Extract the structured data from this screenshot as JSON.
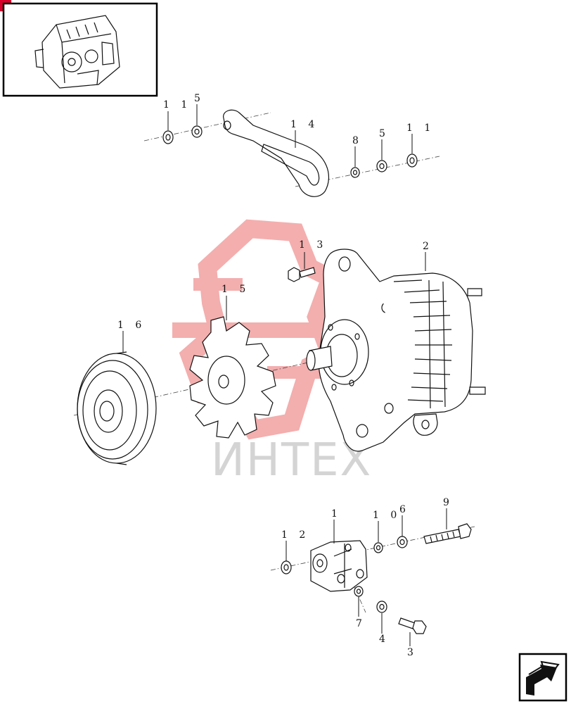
{
  "watermark": {
    "text": "ИНТЕХ",
    "logo_color": "#f2a0a0",
    "text_color": "#d4d4d4"
  },
  "icons": {
    "thumbnail": "engine-thumbnail-icon",
    "corner_mark": "red-corner-marker-icon",
    "nav": "next-page-arrow-icon"
  },
  "callouts": [
    {
      "id": "c11a",
      "text": "1 1"
    },
    {
      "id": "c5a",
      "text": "5"
    },
    {
      "id": "c14",
      "text": "1 4"
    },
    {
      "id": "c8",
      "text": "8"
    },
    {
      "id": "c5b",
      "text": "5"
    },
    {
      "id": "c11b",
      "text": "1 1"
    },
    {
      "id": "c13",
      "text": "1 3"
    },
    {
      "id": "c2",
      "text": "2"
    },
    {
      "id": "c15",
      "text": "1 5"
    },
    {
      "id": "c16",
      "text": "1 6"
    },
    {
      "id": "c1",
      "text": "1"
    },
    {
      "id": "c10",
      "text": "1 0"
    },
    {
      "id": "c6",
      "text": "6"
    },
    {
      "id": "c9",
      "text": "9"
    },
    {
      "id": "c12",
      "text": "1 2"
    },
    {
      "id": "c7",
      "text": "7"
    },
    {
      "id": "c4",
      "text": "4"
    },
    {
      "id": "c3",
      "text": "3"
    }
  ]
}
